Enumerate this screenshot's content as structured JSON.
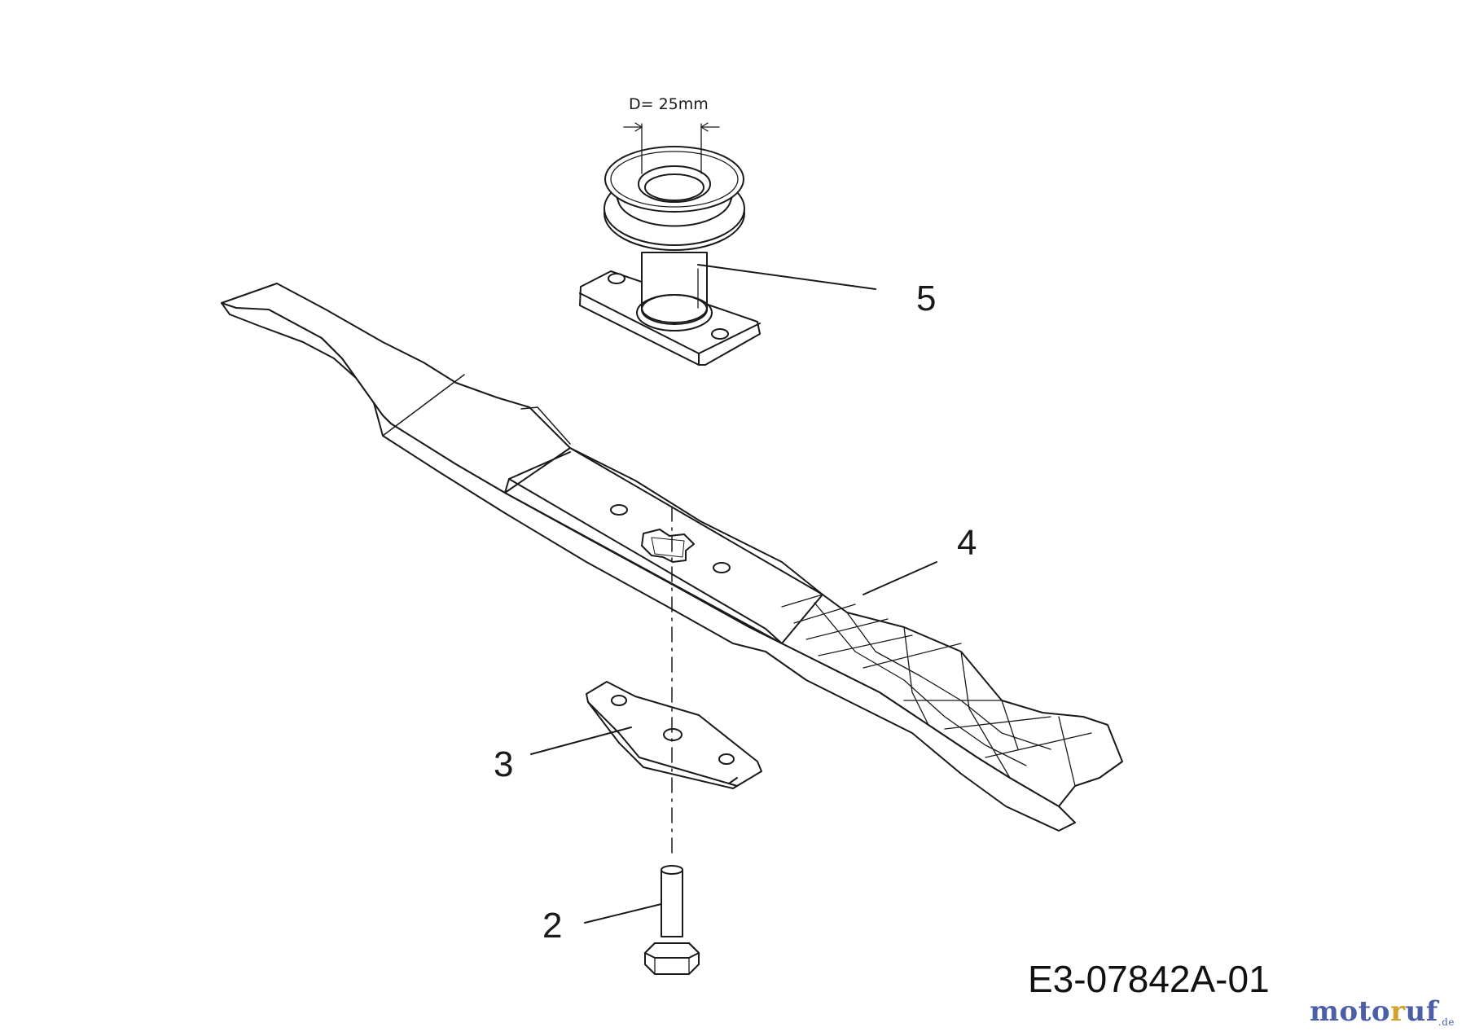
{
  "dimension": {
    "label": "D= 25mm"
  },
  "callouts": {
    "part_5": "5",
    "part_4": "4",
    "part_3": "3",
    "part_2": "2"
  },
  "drawing_number": "E3-07842A-01",
  "watermark": {
    "text": "motoruf",
    "domain": ".de",
    "colors": {
      "primary": "#4a5fa8",
      "accent": "#d2a12a"
    }
  },
  "colors": {
    "line": "#1a1a1a",
    "background": "#ffffff"
  }
}
